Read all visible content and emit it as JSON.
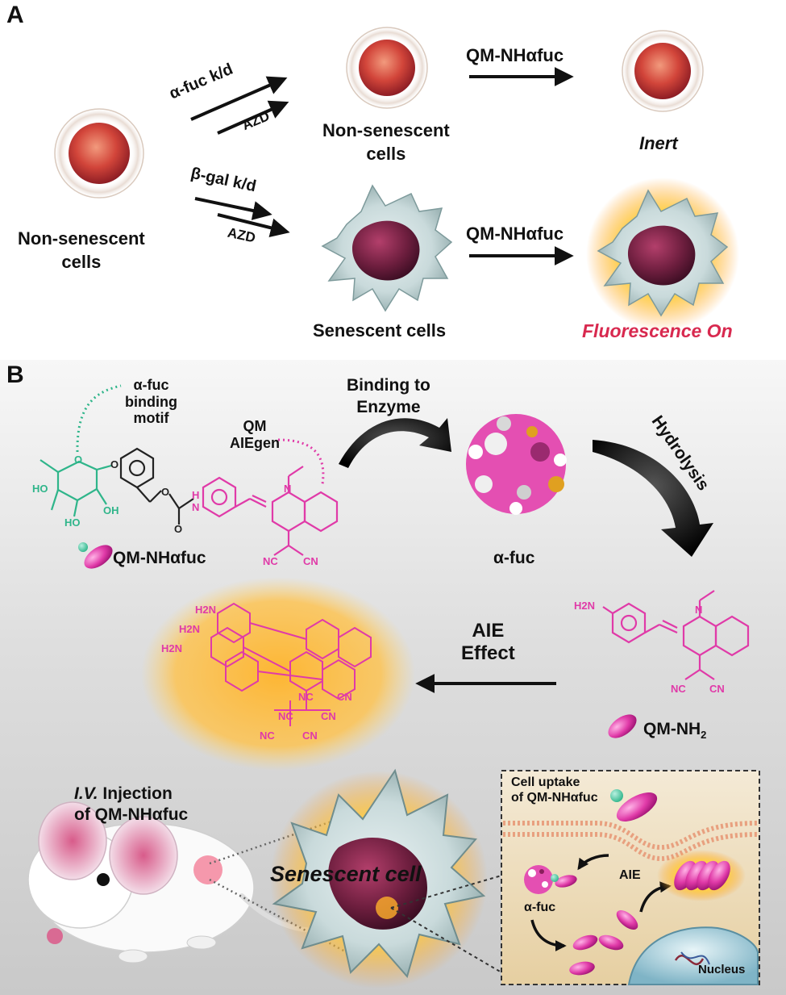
{
  "panelA": {
    "letter": "A",
    "left_cells_label": "Non-senescent\ncells",
    "top_arrow_upper": "α-fuc  k/d",
    "top_arrow_lower": "AZD",
    "bottom_arrow_upper": "β-gal k/d",
    "bottom_arrow_lower": "AZD",
    "mid_top_label": "Non-senescent\ncells",
    "mid_bottom_label": "Senescent cells",
    "probe_top": "QM-NHαfuc",
    "probe_bottom": "QM-NHαfuc",
    "result_top": "Inert",
    "result_bottom": "Fluorescence On"
  },
  "panelB": {
    "letter": "B",
    "binding_motif": "α-fuc\nbinding\nmotif",
    "aiegen": "QM\nAIEgen",
    "probe_name": "QM-NHαfuc",
    "binding_step": "Binding to\nEnzyme",
    "hydrolysis_step": "Hydrolysis",
    "enzyme_label": "α-fuc",
    "aie_effect": "AIE\nEffect",
    "product_name": "QM-NH",
    "product_subscript": "2",
    "chem": {
      "h2n": "H2N",
      "nh": "N",
      "h": "H",
      "cn": "CN",
      "nc": "NC",
      "ho": "HO",
      "oh": "OH",
      "o": "O",
      "n": "N"
    },
    "injection_italic": "I.V.",
    "injection_rest": " Injection",
    "injection_line2": "of QM-NHαfuc",
    "senescent_cell": "Senescent cell",
    "inset_uptake": "Cell uptake\nof QM-NHαfuc",
    "inset_enzyme": "α-fuc",
    "inset_aie": "AIE",
    "inset_nucleus": "Nucleus"
  },
  "colors": {
    "probe_pink": "#e03aa8",
    "fucose_green": "#2fb58a",
    "glow_orange": "#f5a623",
    "fluorescence_red": "#d8294f",
    "cell_red": "#c0392b"
  }
}
